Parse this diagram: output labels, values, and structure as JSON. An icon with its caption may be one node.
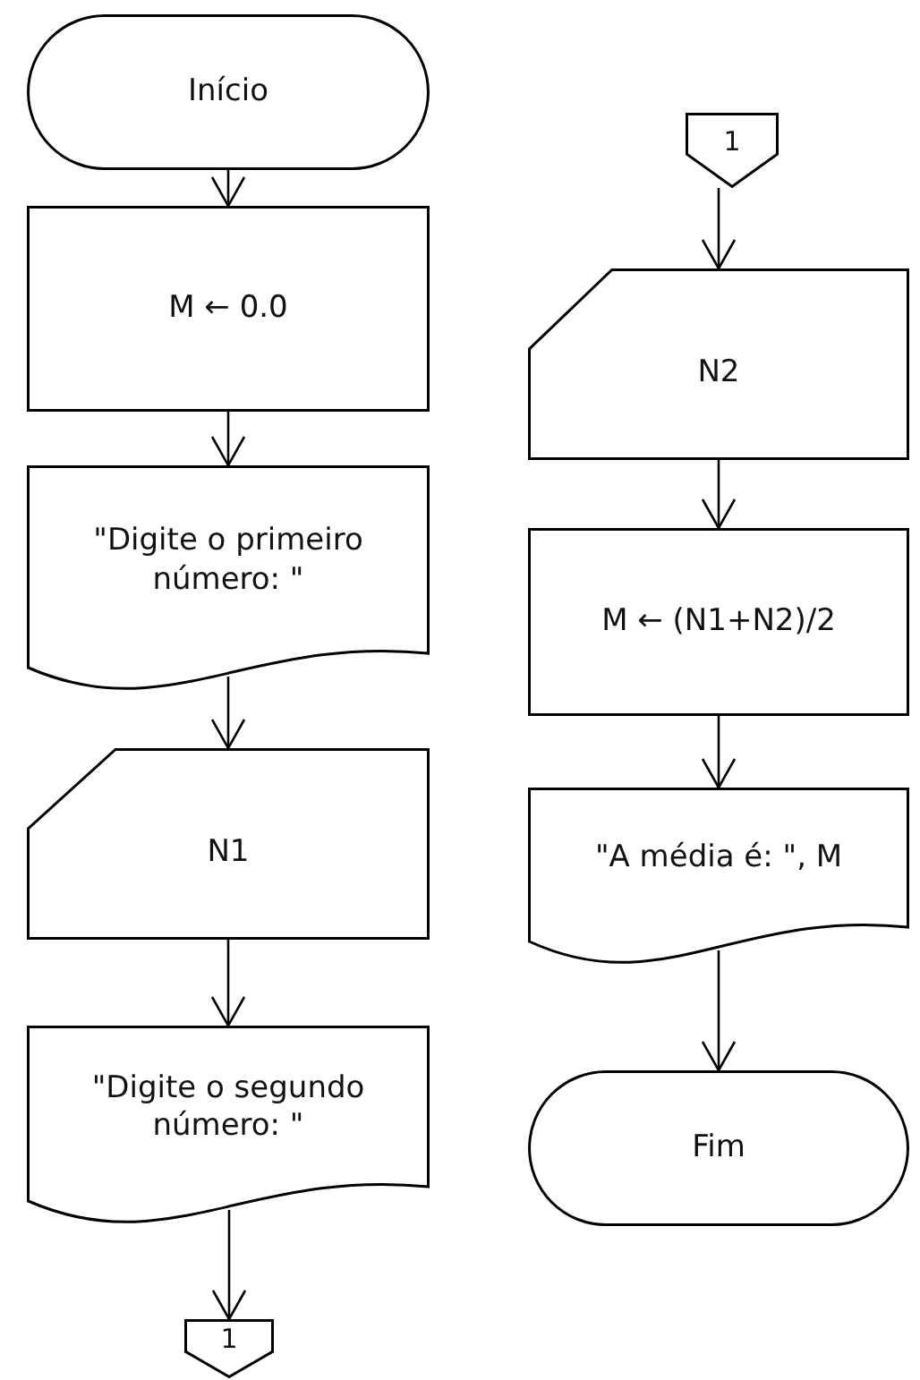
{
  "diagram": {
    "nodes": [
      {
        "text": [
          "Início"
        ]
      },
      {
        "text": [
          "M ← 0.0"
        ]
      },
      {
        "text": [
          "\"Digite o primeiro número: \""
        ]
      },
      {
        "text": [
          "N1"
        ]
      },
      {
        "text": [
          "\"Digite o segundo número: \""
        ]
      },
      {
        "text": [
          "1"
        ]
      },
      {
        "text": [
          "1"
        ]
      },
      {
        "text": [
          "N2"
        ]
      },
      {
        "text": [
          "M ← (N1+N2)/2"
        ]
      },
      {
        "text": [
          "\"A média é: \", M"
        ]
      },
      {
        "text": [
          "Fim"
        ]
      }
    ],
    "edges": [
      {
        "from": 0,
        "to": 1,
        "arrow": "to"
      },
      {
        "from": 1,
        "to": 2,
        "arrow": "to"
      },
      {
        "from": 2,
        "to": 3,
        "arrow": "to"
      },
      {
        "from": 3,
        "to": 4,
        "arrow": "to"
      },
      {
        "from": 4,
        "to": 5,
        "arrow": "to"
      },
      {
        "from": 6,
        "to": 7,
        "arrow": "to"
      },
      {
        "from": 7,
        "to": 8,
        "arrow": "to"
      },
      {
        "from": 8,
        "to": 9,
        "arrow": "to"
      },
      {
        "from": 9,
        "to": 10,
        "arrow": "to"
      }
    ]
  }
}
